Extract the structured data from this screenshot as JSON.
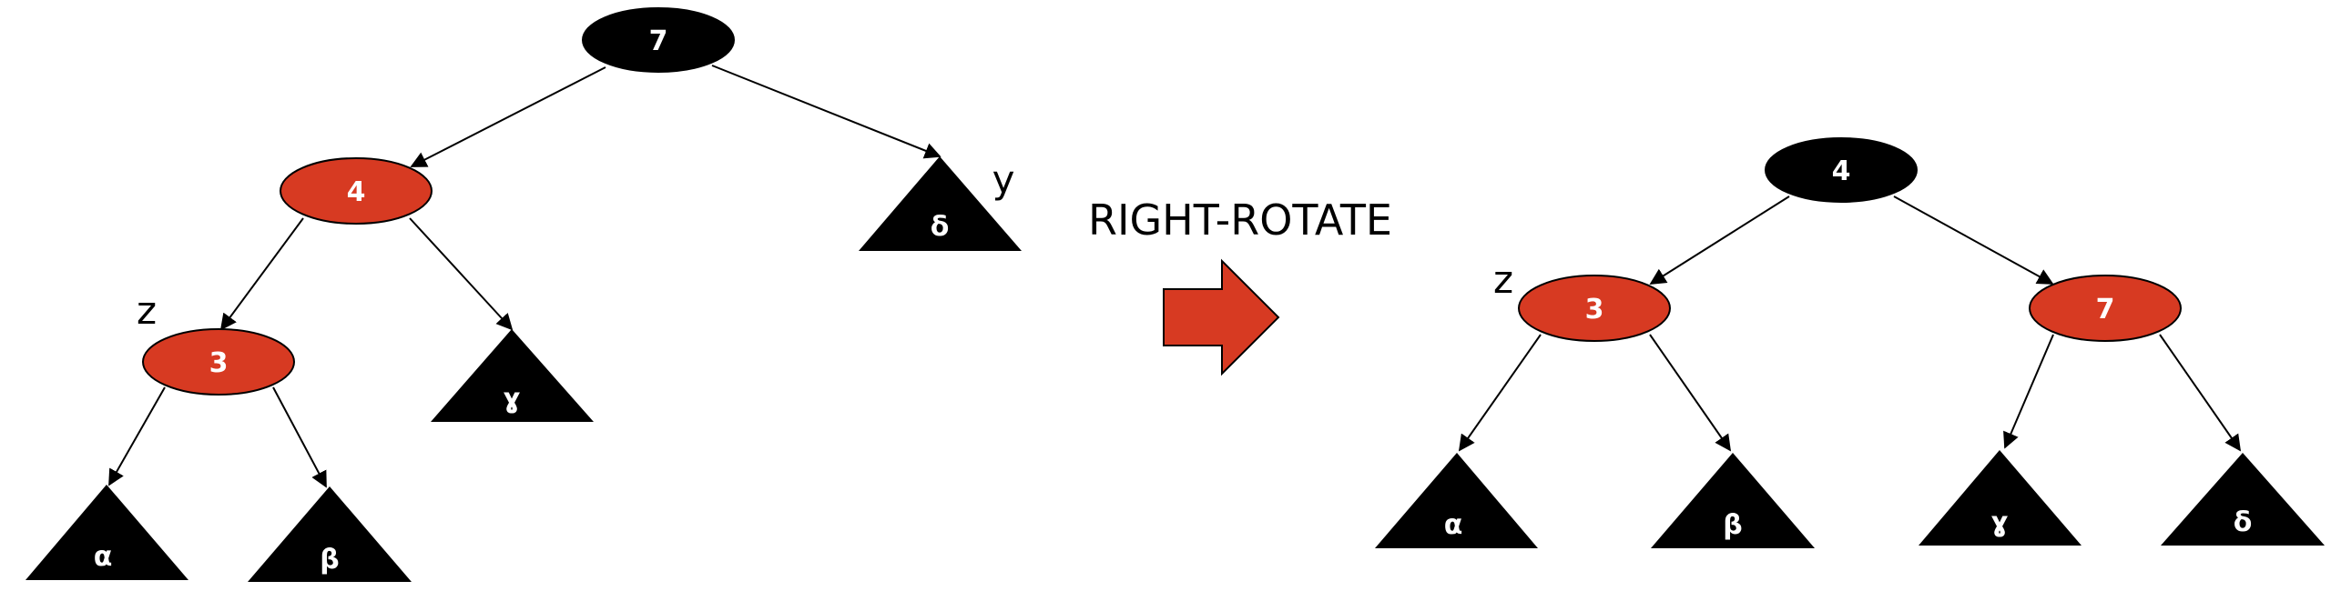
{
  "operation": {
    "label": "RIGHT-ROTATE"
  },
  "colors": {
    "red": "#d73a22",
    "black": "#000000",
    "text_light": "#ffffff",
    "arrow": "#d73a22"
  },
  "left_tree": {
    "nodes": [
      {
        "id": "n7",
        "label": "7",
        "color": "black"
      },
      {
        "id": "n4",
        "label": "4",
        "color": "red"
      },
      {
        "id": "n3",
        "label": "3",
        "color": "red"
      }
    ],
    "subtrees": [
      {
        "id": "t_delta",
        "label": "δ"
      },
      {
        "id": "t_gamma",
        "label": "ɣ"
      },
      {
        "id": "t_alpha",
        "label": "α"
      },
      {
        "id": "t_beta",
        "label": "β"
      }
    ],
    "pointers": {
      "y": "y",
      "z": "z"
    }
  },
  "right_tree": {
    "nodes": [
      {
        "id": "m4",
        "label": "4",
        "color": "black"
      },
      {
        "id": "m3",
        "label": "3",
        "color": "red"
      },
      {
        "id": "m7",
        "label": "7",
        "color": "red"
      }
    ],
    "subtrees": [
      {
        "id": "s_alpha",
        "label": "α"
      },
      {
        "id": "s_beta",
        "label": "β"
      },
      {
        "id": "s_gamma",
        "label": "ɣ"
      },
      {
        "id": "s_delta",
        "label": "δ"
      }
    ],
    "pointers": {
      "z": "z"
    }
  }
}
